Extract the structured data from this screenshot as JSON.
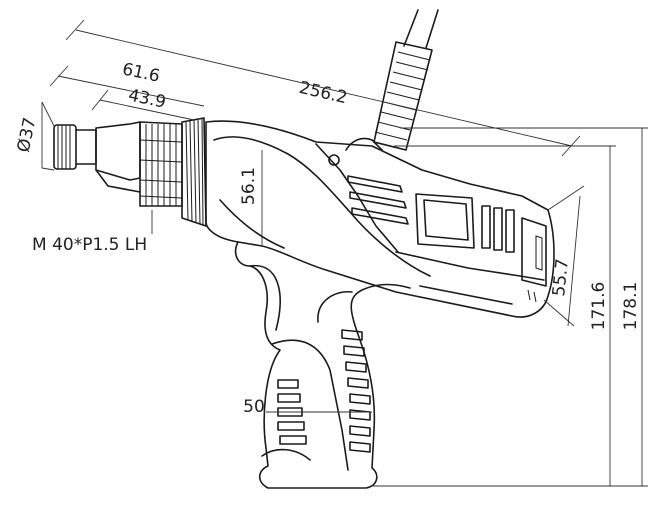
{
  "drawing": {
    "subject": "electric screwdriver / nutrunner pistol grip, side view",
    "line_color": "#1b1b1b",
    "background": "#ffffff",
    "dimensions": {
      "overall_length": "256.2",
      "nose_length": "61.6",
      "thread_length": "43.9",
      "diameter": "Ø37",
      "body_height": "56.1",
      "rear_height": "55.7",
      "height_inner": "171.6",
      "height_total": "178.1",
      "grip_width": "50"
    },
    "labels": {
      "thread_spec": "M 40*P1.5 LH"
    }
  }
}
